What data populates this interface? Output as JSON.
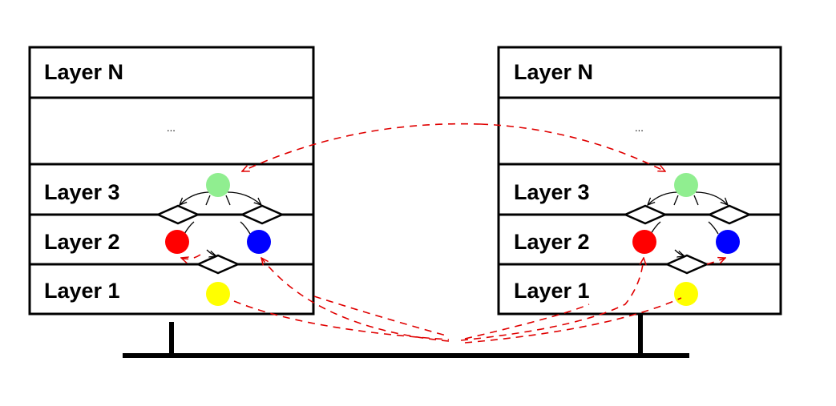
{
  "stacks": [
    {
      "layers": [
        {
          "label": "Layer N"
        },
        {
          "label": "..."
        },
        {
          "label": "Layer 3"
        },
        {
          "label": "Layer 2"
        },
        {
          "label": "Layer 1"
        }
      ]
    },
    {
      "layers": [
        {
          "label": "Layer N"
        },
        {
          "label": "..."
        },
        {
          "label": "Layer 3"
        },
        {
          "label": "Layer 2"
        },
        {
          "label": "Layer 1"
        }
      ]
    }
  ],
  "colors": {
    "green_node": "#90ee90",
    "red_node": "#ff0000",
    "blue_node": "#0000ff",
    "yellow_node": "#ffff00",
    "link_line": "#e00000",
    "outline": "#000000"
  }
}
